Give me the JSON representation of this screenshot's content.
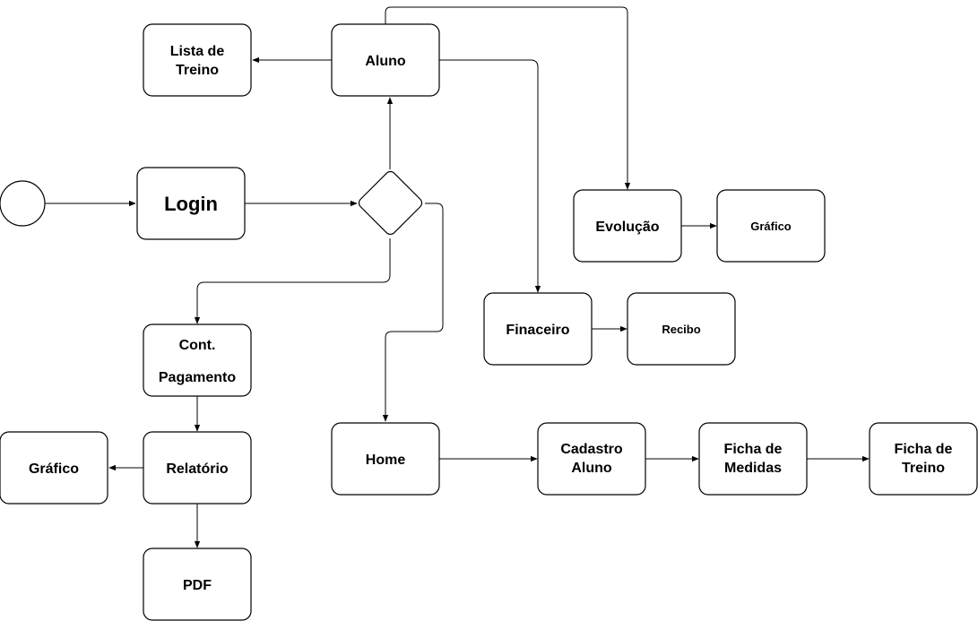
{
  "diagram": {
    "type": "flowchart",
    "nodes": {
      "login": "Login",
      "aluno": "Aluno",
      "lista_treino": [
        "Lista de",
        "Treino"
      ],
      "evolucao": "Evolução",
      "grafico_evolucao": "Gráfico",
      "financeiro": "Finaceiro",
      "recibo": "Recibo",
      "cont_pagamento": [
        "Cont.",
        "Pagamento"
      ],
      "relatorio": "Relatório",
      "grafico_relatorio": "Gráfico",
      "pdf": "PDF",
      "home": "Home",
      "cadastro_aluno": [
        "Cadastro",
        "Aluno"
      ],
      "ficha_medidas": [
        "Ficha de",
        "Medidas"
      ],
      "ficha_treino": [
        "Ficha de",
        "Treino"
      ]
    },
    "edges": [
      [
        "start",
        "login"
      ],
      [
        "login",
        "decision"
      ],
      [
        "decision",
        "aluno"
      ],
      [
        "decision",
        "cont_pagamento"
      ],
      [
        "decision",
        "home"
      ],
      [
        "aluno",
        "lista_treino"
      ],
      [
        "aluno",
        "evolucao"
      ],
      [
        "aluno",
        "financeiro"
      ],
      [
        "evolucao",
        "grafico_evolucao"
      ],
      [
        "financeiro",
        "recibo"
      ],
      [
        "cont_pagamento",
        "relatorio"
      ],
      [
        "relatorio",
        "grafico_relatorio"
      ],
      [
        "relatorio",
        "pdf"
      ],
      [
        "home",
        "cadastro_aluno"
      ],
      [
        "cadastro_aluno",
        "ficha_medidas"
      ],
      [
        "ficha_medidas",
        "ficha_treino"
      ]
    ]
  }
}
